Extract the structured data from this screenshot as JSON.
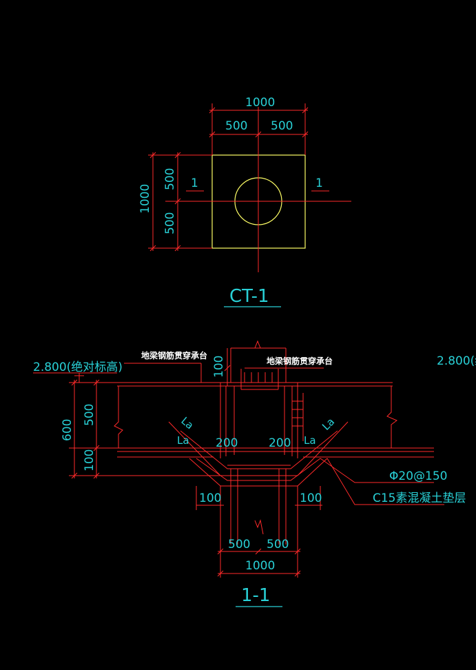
{
  "plan": {
    "title": "CT-1",
    "dim_total": "1000",
    "dim_left": "500",
    "dim_right": "500",
    "dim_height": "1000",
    "dim_top": "500",
    "dim_bottom": "500",
    "section_mark_left": "1",
    "section_mark_right": "1"
  },
  "section": {
    "title": "1-1",
    "elev_left": "2.800(绝对标高)",
    "elev_right": "2.800(绝",
    "note_left": "地梁钢筋贯穿承台",
    "note_right": "地梁钢筋贯穿承台",
    "dim_100_top": "100",
    "dim_600": "600",
    "dim_500": "500",
    "dim_100_bottom": "100",
    "la_left": "La",
    "la_left_slant": "La",
    "la_right": "La",
    "la_right_slant": "La",
    "dim_200_left": "200",
    "dim_200_right": "200",
    "rebar_note": "Φ20@150",
    "concrete_note": "C15素混凝土垫层",
    "dim_100_left": "100",
    "dim_100_right": "100",
    "dim_500_left": "500",
    "dim_500_right": "500",
    "dim_1000": "1000"
  },
  "colors": {
    "background": "#000000",
    "dimension": "#29d0d6",
    "outline": "#ff2a2a",
    "pile_cap": "#ffff66",
    "text": "#ffffff"
  }
}
